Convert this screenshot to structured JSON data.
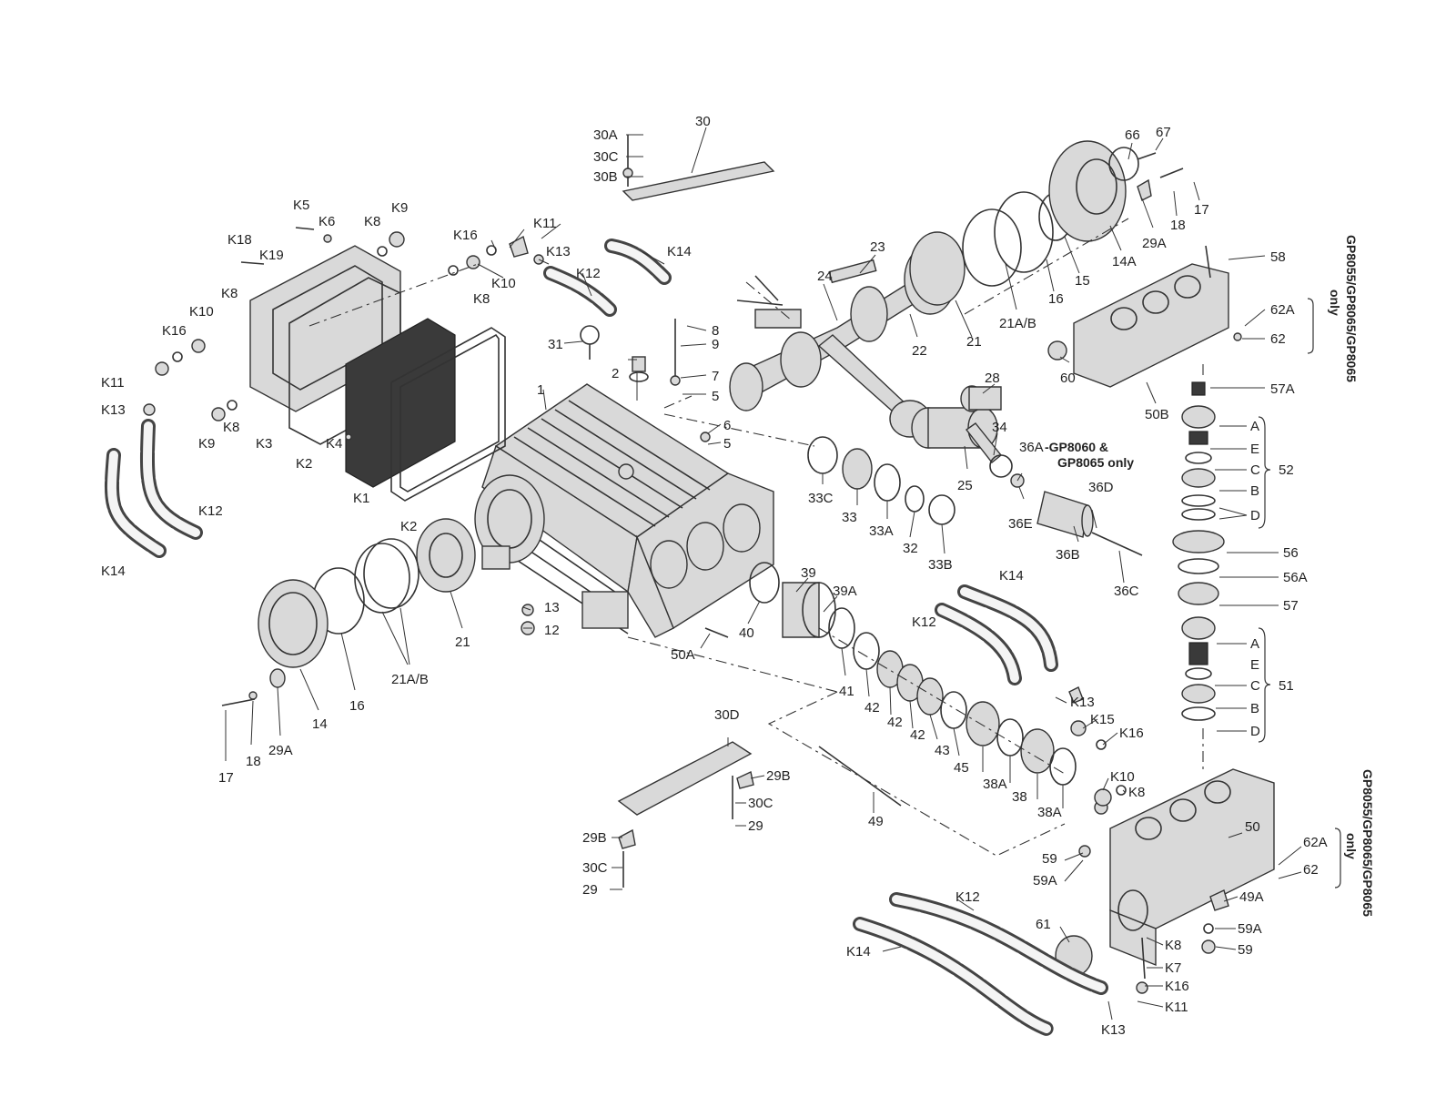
{
  "diagram": {
    "labels": {
      "k5": "K5",
      "k6": "K6",
      "k8a": "K8",
      "k9a": "K9",
      "k18": "K18",
      "k19": "K19",
      "k10a": "K10",
      "k8b": "K8",
      "k16a": "K16",
      "k11a": "K11",
      "k13a": "K13",
      "k9b": "K9",
      "k8c": "K8",
      "k3": "K3",
      "k4": "K4",
      "k2a": "K2",
      "k1": "K1",
      "k2b": "K2",
      "k12a": "K12",
      "k14a": "K14",
      "k16b": "K16",
      "k11b": "K11",
      "k13b": "K13",
      "k10b": "K10",
      "k8d": "K8",
      "k12b": "K12",
      "k14b": "K14",
      "p30a": "30A",
      "p30c": "30C",
      "p30b": "30B",
      "p30": "30",
      "p31": "31",
      "p2": "2",
      "p1": "1",
      "p8": "8",
      "p9": "9",
      "p7": "7",
      "p5a": "5",
      "p6": "6",
      "p5b": "5",
      "p23": "23",
      "p24": "24",
      "p22": "22",
      "p21a": "21",
      "p21ab": "21A/B",
      "p16a": "16",
      "p15": "15",
      "p14a": "14A",
      "p66": "66",
      "p67": "67",
      "p29a": "29A",
      "p18a": "18",
      "p17a": "17",
      "p58": "58",
      "p62a": "62A",
      "p62": "62",
      "p60": "60",
      "p50b": "50B",
      "p57a": "57A",
      "p28": "28",
      "p34": "34",
      "p36a": "36A",
      "note1": "-GP8060 &",
      "note2": "GP8065 only",
      "p36d": "36D",
      "p25": "25",
      "p36e": "36E",
      "p36b": "36B",
      "p36c": "36C",
      "p33c": "33C",
      "p33": "33",
      "p33a": "33A",
      "p32": "32",
      "p33b": "33B",
      "p39": "39",
      "p39a": "39A",
      "p40": "40",
      "p50a": "50A",
      "p13": "13",
      "p12": "12",
      "p21b": "21",
      "p21ab2": "21A/B",
      "p16b": "16",
      "p14": "14",
      "p29a2": "29A",
      "p18b": "18",
      "p17b": "17",
      "p41": "41",
      "p42a": "42",
      "p42b": "42",
      "p42c": "42",
      "p43": "43",
      "p45": "45",
      "p38a": "38A",
      "p38": "38",
      "p38a2": "38A",
      "k14c": "K14",
      "k12c": "K12",
      "k13c": "K13",
      "k15": "K15",
      "k16c": "K16",
      "k10c": "K10",
      "k8e": "K8",
      "p30d": "30D",
      "p29b": "29B",
      "p30c2": "30C",
      "p29": "29",
      "p29b2": "29B",
      "p30c3": "30C",
      "p29c": "29",
      "p49": "49",
      "p50": "50",
      "p62a2": "62A",
      "p62b": "62",
      "p59": "59",
      "p59a": "59A",
      "p49a": "49A",
      "p59a2": "59A",
      "p59b": "59",
      "p61": "61",
      "k8f": "K8",
      "k7": "K7",
      "k16d": "K16",
      "k11c": "K11",
      "k13d": "K13",
      "k12d": "K12",
      "k14d": "K14",
      "sA1": "A",
      "sE1": "E",
      "sC1": "C",
      "sB1": "B",
      "sD1": "D",
      "p52": "52",
      "p56": "56",
      "p56a": "56A",
      "p57": "57",
      "sA2": "A",
      "sE2": "E",
      "sC2": "C",
      "sB2": "B",
      "sD2": "D",
      "p51": "51"
    },
    "side_notes": {
      "top_line1": "GP8055/GP8065/GP8065",
      "top_line2": "only",
      "bottom_line1": "GP8055/GP8065/GP8065",
      "bottom_line2": "only"
    }
  }
}
